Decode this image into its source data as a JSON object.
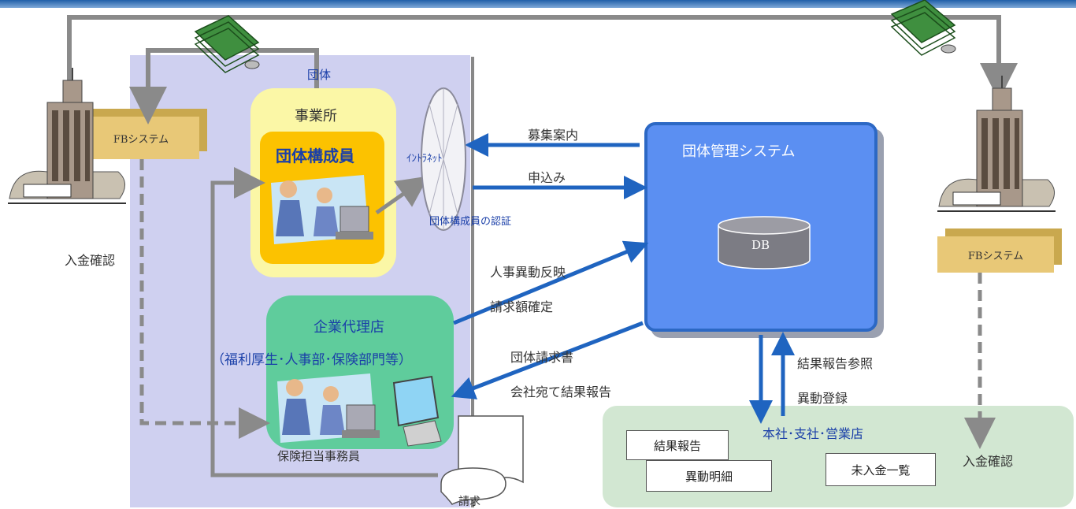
{
  "labels": {
    "dantai": "団体",
    "jigyosho": "事業所",
    "dantai_koseiin": "団体構成員",
    "intranet": "ｲﾝﾄﾗﾈｯﾄ",
    "auth": "団体構成員の認証",
    "boshu": "募集案内",
    "moushikomi": "申込み",
    "system_title": "団体管理システム",
    "db": "DB",
    "jinji": "人事異動反映",
    "seikyugaku": "請求額確定",
    "agency_title": "企業代理店",
    "agency_sub": "（福利厚生･人事部･保険部門等）",
    "dantai_seikyu": "団体請求書",
    "kaisha_kekka": "会社宛て結果報告",
    "hoken_tanto": "保険担当事務員",
    "seikyu": "請求",
    "nyukin_left": "入金確認",
    "fb_left": "FBシステム",
    "fb_right": "FBシステム",
    "kekka_sansho": "結果報告参照",
    "ido_toroku": "異動登録",
    "honsha": "本社･支社･営業店",
    "kekka_hokoku": "結果報告",
    "ido_meisai": "異動明細",
    "minyukin": "未入金一覧",
    "nyukin_right": "入金確認"
  },
  "colors": {
    "org_area": "#cfd0f0",
    "jigyosho": "#fbf7a6",
    "koseiin": "#fcc200",
    "agency": "#5fcc9c",
    "system": "#5b8ff2",
    "hq_area": "#d2e7d2",
    "arrow_blue": "#1f64c0",
    "arrow_gray": "#8a8a8a",
    "money": "#2e7d32"
  },
  "icons": [
    "building-icon",
    "money-icon",
    "office-workers-icon",
    "computer-monitor-icon",
    "database-icon"
  ]
}
